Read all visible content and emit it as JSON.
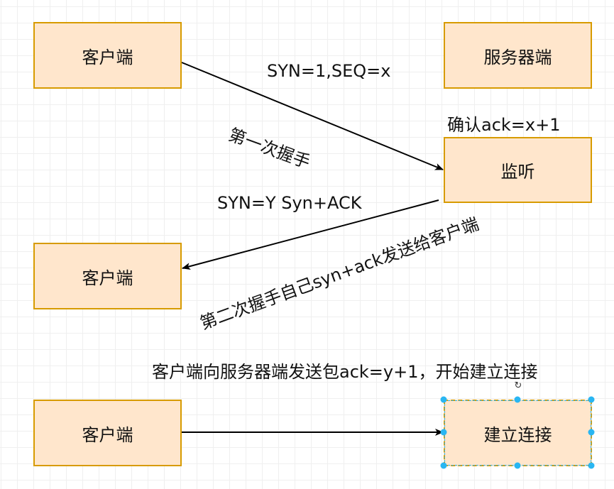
{
  "diagram": {
    "title": "TCP three-way handshake",
    "nodes": {
      "client1": "客户端",
      "server": "服务器端",
      "listen": "监听",
      "client2": "客户端",
      "client3": "客户端",
      "established": "建立连接"
    },
    "labels": {
      "syn_seq": "SYN=1,SEQ=x",
      "first_handshake": "第一次握手",
      "ack_confirm": "确认ack=x+1",
      "syn_ack": "SYN=Y Syn+ACK",
      "second_handshake": "第二次握手自己syn+ack发送给客户端",
      "third_step": "客户端向服务器端发送包ack=y+1，开始建立连接"
    },
    "edges": [
      {
        "from": "client1",
        "to": "listen"
      },
      {
        "from": "listen",
        "to": "client2"
      },
      {
        "from": "client3",
        "to": "established"
      }
    ],
    "selected_node": "established",
    "colors": {
      "node_fill": "#ffe6cc",
      "node_stroke": "#d79b00",
      "selection": "#29b6f2",
      "edge": "#000000"
    },
    "icons": {
      "rotate": "rotate-handle-icon"
    }
  }
}
